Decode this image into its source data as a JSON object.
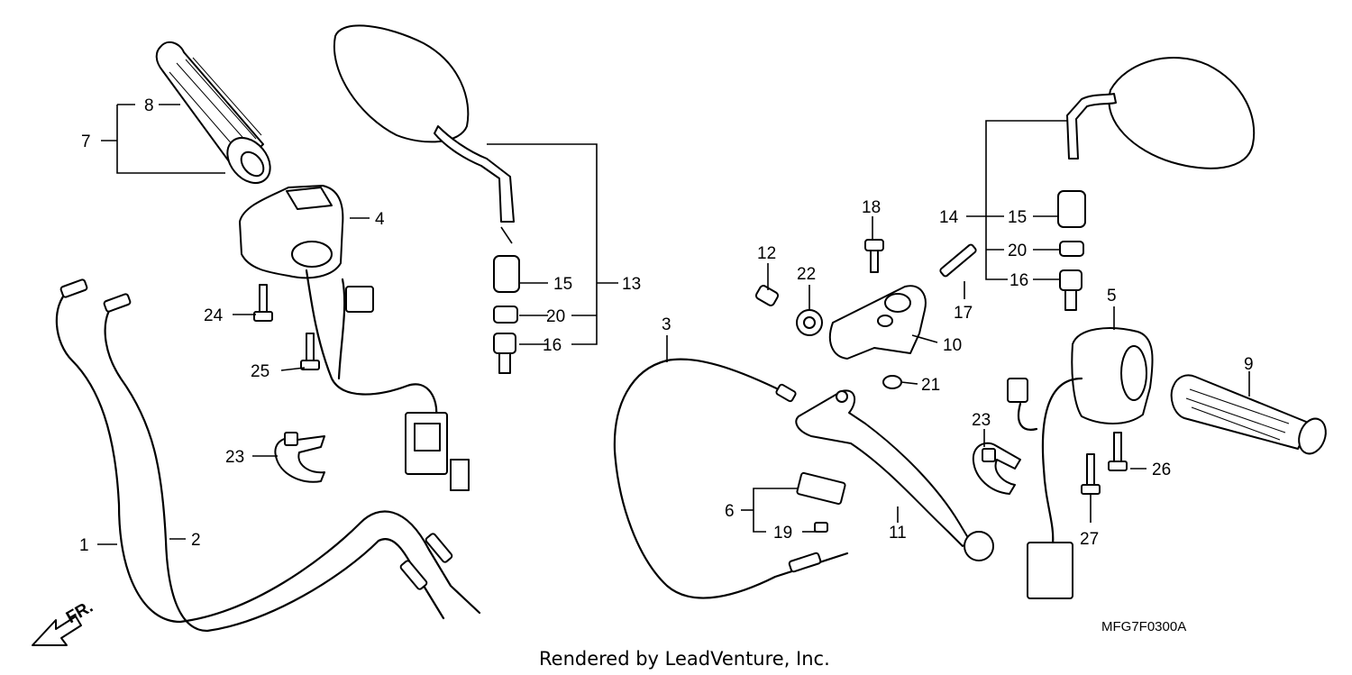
{
  "diagram": {
    "code": "MFG7F0300A",
    "footer": "Rendered by LeadVenture, Inc.",
    "direction_label": "FR.",
    "callouts": {
      "c1": "1",
      "c2": "2",
      "c3": "3",
      "c4": "4",
      "c5": "5",
      "c6": "6",
      "c7": "7",
      "c8": "8",
      "c9": "9",
      "c10": "10",
      "c11": "11",
      "c12": "12",
      "c13": "13",
      "c14": "14",
      "c15a": "15",
      "c15b": "15",
      "c16a": "16",
      "c16b": "16",
      "c17": "17",
      "c18": "18",
      "c19": "19",
      "c20a": "20",
      "c20b": "20",
      "c21": "21",
      "c22": "22",
      "c23a": "23",
      "c23b": "23",
      "c24": "24",
      "c25": "25",
      "c26": "26",
      "c27": "27"
    }
  }
}
